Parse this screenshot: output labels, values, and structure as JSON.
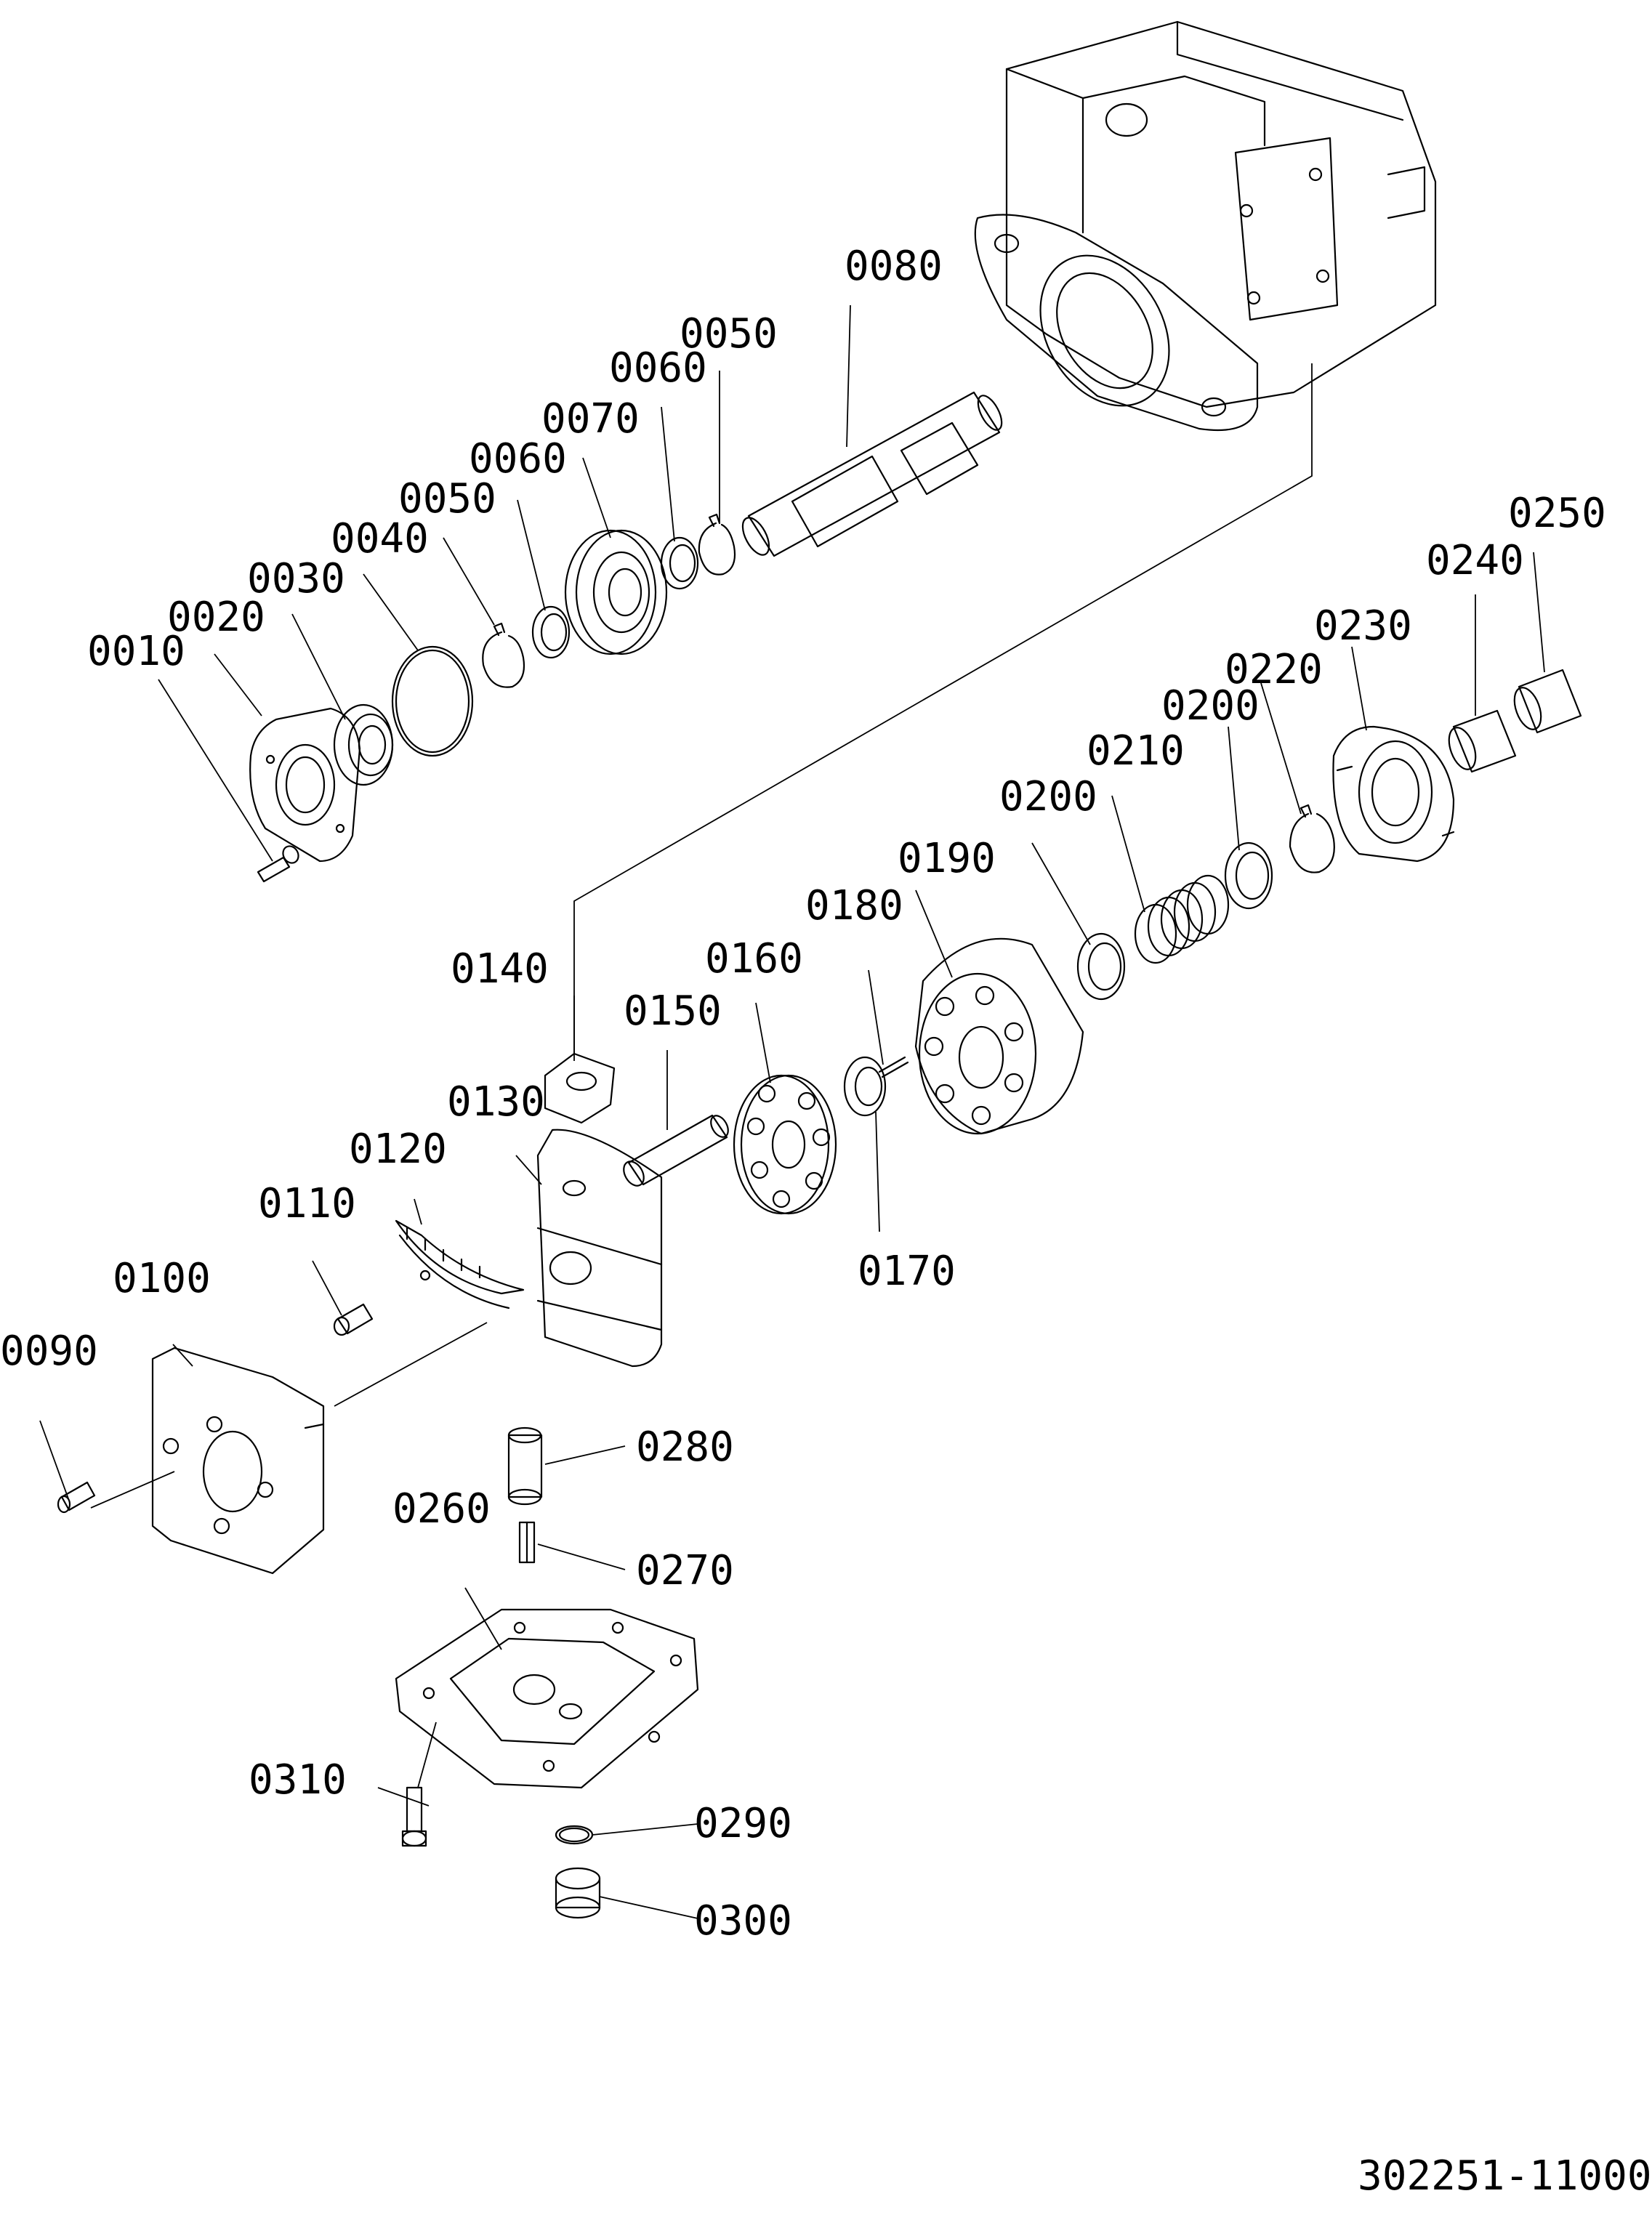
{
  "document_number": "302251-11000",
  "labels": {
    "p0010": "0010",
    "p0020": "0020",
    "p0030": "0030",
    "p0040": "0040",
    "p0050a": "0050",
    "p0060a": "0060",
    "p0070": "0070",
    "p0060b": "0060",
    "p0050b": "0050",
    "p0080": "0080",
    "p0090": "0090",
    "p0100": "0100",
    "p0110": "0110",
    "p0120": "0120",
    "p0130": "0130",
    "p0140": "0140",
    "p0150": "0150",
    "p0160": "0160",
    "p0170": "0170",
    "p0180": "0180",
    "p0190": "0190",
    "p0200a": "0200",
    "p0210": "0210",
    "p0200b": "0200",
    "p0220": "0220",
    "p0230": "0230",
    "p0240": "0240",
    "p0250": "0250",
    "p0260": "0260",
    "p0270": "0270",
    "p0280": "0280",
    "p0290": "0290",
    "p0300": "0300",
    "p0310": "0310"
  }
}
